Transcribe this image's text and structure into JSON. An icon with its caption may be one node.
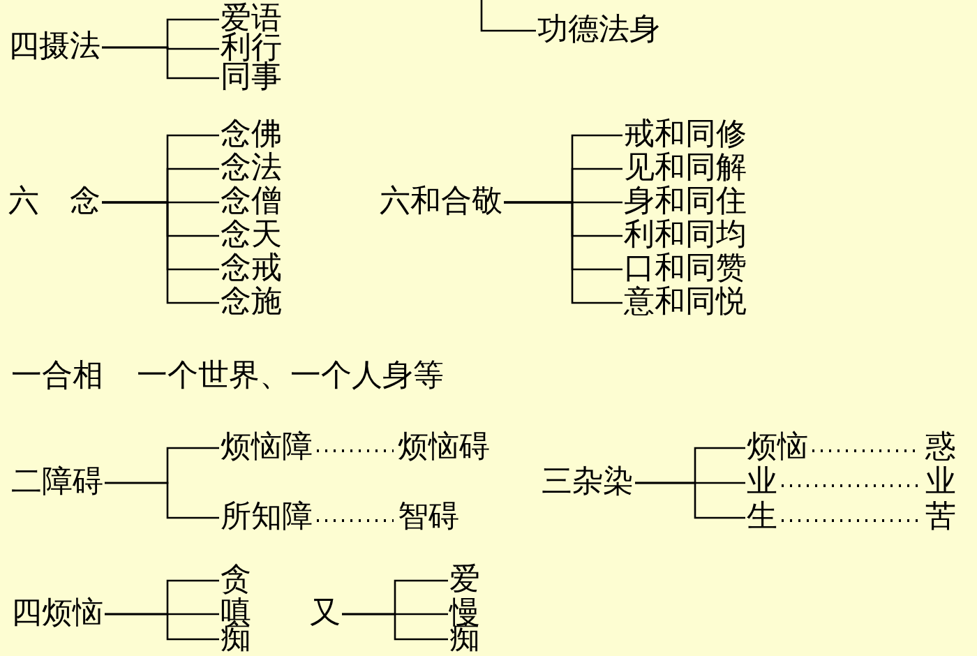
{
  "diagram": {
    "nodes": [
      {
        "text": [
          "四摄法"
        ]
      },
      {
        "text": [
          "爱语"
        ]
      },
      {
        "text": [
          "利行"
        ]
      },
      {
        "text": [
          "同事"
        ]
      },
      {
        "text": [
          "功德法身"
        ]
      },
      {
        "text": [
          "六　念"
        ]
      },
      {
        "text": [
          "念佛"
        ]
      },
      {
        "text": [
          "念法"
        ]
      },
      {
        "text": [
          "念僧"
        ]
      },
      {
        "text": [
          "念天"
        ]
      },
      {
        "text": [
          "念戒"
        ]
      },
      {
        "text": [
          "念施"
        ]
      },
      {
        "text": [
          "六和合敬"
        ]
      },
      {
        "text": [
          "戒和同修"
        ]
      },
      {
        "text": [
          "见和同解"
        ]
      },
      {
        "text": [
          "身和同住"
        ]
      },
      {
        "text": [
          "利和同均"
        ]
      },
      {
        "text": [
          "口和同赞"
        ]
      },
      {
        "text": [
          "意和同悦"
        ]
      },
      {
        "text": [
          "二障碍"
        ]
      },
      {
        "text": [
          "烦恼障"
        ]
      },
      {
        "text": [
          "烦恼碍"
        ]
      },
      {
        "text": [
          "所知障"
        ]
      },
      {
        "text": [
          "智碍"
        ]
      },
      {
        "text": [
          "三杂染"
        ]
      },
      {
        "text": [
          "烦恼"
        ]
      },
      {
        "text": [
          "业"
        ]
      },
      {
        "text": [
          "生"
        ]
      },
      {
        "text": [
          "惑"
        ]
      },
      {
        "text": [
          "业"
        ]
      },
      {
        "text": [
          "苦"
        ]
      },
      {
        "text": [
          "四烦恼"
        ]
      },
      {
        "text": [
          "贪"
        ]
      },
      {
        "text": [
          "嗔"
        ]
      },
      {
        "text": [
          "痴"
        ]
      },
      {
        "text": [
          "又"
        ]
      },
      {
        "text": [
          "爱"
        ]
      },
      {
        "text": [
          "慢"
        ]
      },
      {
        "text": [
          "痴"
        ]
      }
    ],
    "edges": [
      {
        "from": 0,
        "to": 1,
        "arrow": "none"
      },
      {
        "from": 0,
        "to": 2,
        "arrow": "none"
      },
      {
        "from": 0,
        "to": 3,
        "arrow": "none"
      },
      {
        "from": null,
        "to": 4,
        "arrow": "none"
      },
      {
        "from": 5,
        "to": 6,
        "arrow": "none"
      },
      {
        "from": 5,
        "to": 7,
        "arrow": "none"
      },
      {
        "from": 5,
        "to": 8,
        "arrow": "none"
      },
      {
        "from": 5,
        "to": 9,
        "arrow": "none"
      },
      {
        "from": 5,
        "to": 10,
        "arrow": "none"
      },
      {
        "from": 5,
        "to": 11,
        "arrow": "none"
      },
      {
        "from": 12,
        "to": 13,
        "arrow": "none"
      },
      {
        "from": 12,
        "to": 14,
        "arrow": "none"
      },
      {
        "from": 12,
        "to": 15,
        "arrow": "none"
      },
      {
        "from": 12,
        "to": 16,
        "arrow": "none"
      },
      {
        "from": 12,
        "to": 17,
        "arrow": "none"
      },
      {
        "from": 12,
        "to": 18,
        "arrow": "none"
      },
      {
        "from": 19,
        "to": 20,
        "arrow": "none"
      },
      {
        "from": 19,
        "to": 22,
        "arrow": "none"
      },
      {
        "from": 20,
        "to": 21,
        "arrow": "none",
        "style": "dashed"
      },
      {
        "from": 22,
        "to": 23,
        "arrow": "none",
        "style": "dashed"
      },
      {
        "from": 24,
        "to": 25,
        "arrow": "none"
      },
      {
        "from": 24,
        "to": 26,
        "arrow": "none"
      },
      {
        "from": 24,
        "to": 27,
        "arrow": "none"
      },
      {
        "from": 25,
        "to": 28,
        "arrow": "none",
        "style": "dashed"
      },
      {
        "from": 26,
        "to": 29,
        "arrow": "none",
        "style": "dashed"
      },
      {
        "from": 27,
        "to": 30,
        "arrow": "none",
        "style": "dashed"
      },
      {
        "from": 31,
        "to": 32,
        "arrow": "none"
      },
      {
        "from": 31,
        "to": 33,
        "arrow": "none"
      },
      {
        "from": 31,
        "to": 34,
        "arrow": "none"
      },
      {
        "from": 35,
        "to": 36,
        "arrow": "none"
      },
      {
        "from": 35,
        "to": 37,
        "arrow": "none"
      },
      {
        "from": 35,
        "to": 38,
        "arrow": "none"
      }
    ],
    "labels": [
      "一合相",
      "一个世界、一个人身等"
    ]
  }
}
